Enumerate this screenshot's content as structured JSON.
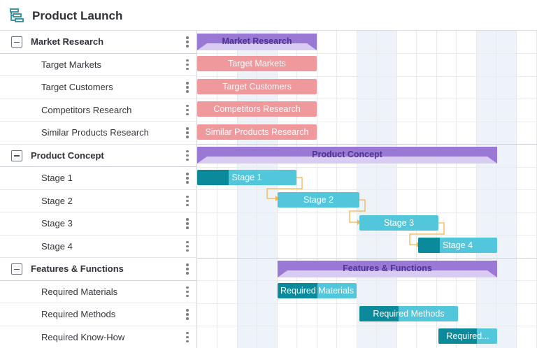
{
  "header": {
    "title": "Product Launch",
    "icon": "gantt-chart-icon"
  },
  "rows": [
    {
      "label": "Market Research",
      "type": "group"
    },
    {
      "label": "Target Markets",
      "type": "task"
    },
    {
      "label": "Target Customers",
      "type": "task"
    },
    {
      "label": "Competitors Research",
      "type": "task"
    },
    {
      "label": "Similar Products Research",
      "type": "task"
    },
    {
      "label": "Product Concept",
      "type": "group"
    },
    {
      "label": "Stage 1",
      "type": "task"
    },
    {
      "label": "Stage 2",
      "type": "task"
    },
    {
      "label": "Stage 3",
      "type": "task"
    },
    {
      "label": "Stage 4",
      "type": "task"
    },
    {
      "label": "Features & Functions",
      "type": "group"
    },
    {
      "label": "Required Materials",
      "type": "task"
    },
    {
      "label": "Required Methods",
      "type": "task"
    },
    {
      "label": "Required Know-How",
      "type": "task"
    }
  ],
  "bars": {
    "market_research": "Market Research",
    "target_markets": "Target Markets",
    "target_customers": "Target Customers",
    "competitors_research": "Competitors Research",
    "similar_products": "Similar Products Research",
    "product_concept": "Product Concept",
    "stage1": "Stage 1",
    "stage2": "Stage 2",
    "stage3": "Stage 3",
    "stage4": "Stage 4",
    "features_functions": "Features & Functions",
    "required_materials": "Required Materials",
    "required_methods": "Required Methods",
    "required_knowhow": "Required..."
  },
  "colors": {
    "summary": "#9a78d6",
    "summary_light": "#d9ccf2",
    "task_pink": "#f0999d",
    "task_teal": "#52c6da",
    "progress": "#0b8a9c",
    "link": "#f5b34a"
  }
}
